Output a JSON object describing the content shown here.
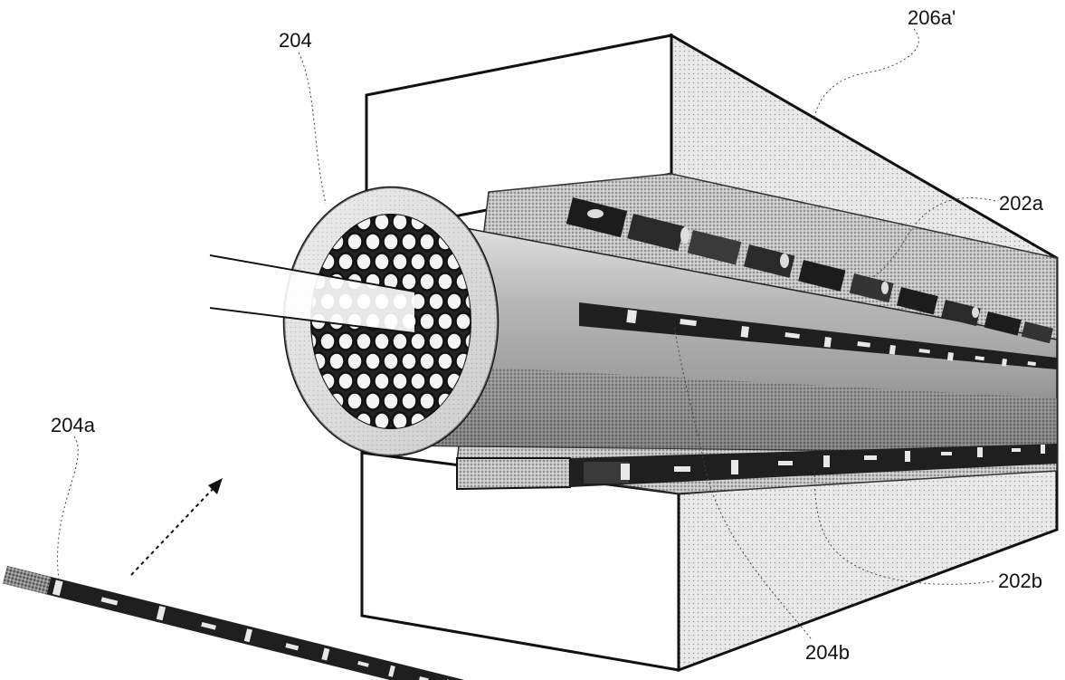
{
  "labels": {
    "l204": "204",
    "l206a": "206a'",
    "l202a": "202a",
    "l204a": "204a",
    "l202b": "202b",
    "l204b": "204b"
  },
  "signs": {
    "plus": "+",
    "minus": "−"
  }
}
